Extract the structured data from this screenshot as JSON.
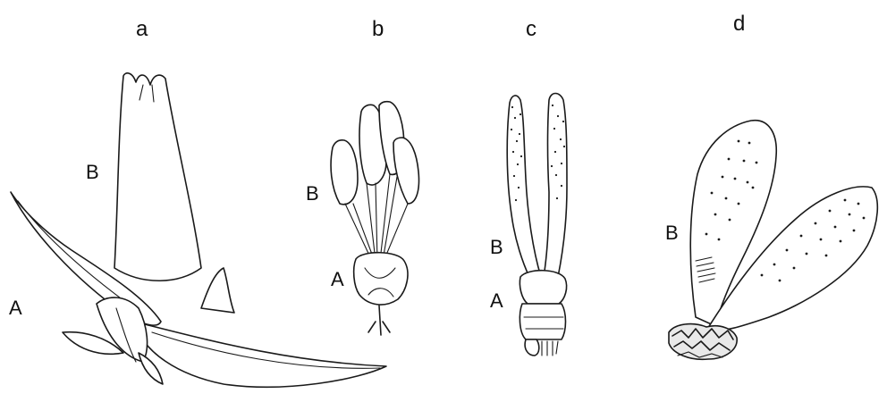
{
  "figure": {
    "panels": [
      {
        "letter": "a",
        "parts": [
          "B",
          "A"
        ]
      },
      {
        "letter": "b",
        "parts": [
          "B",
          "A"
        ]
      },
      {
        "letter": "c",
        "parts": [
          "B",
          "A"
        ]
      },
      {
        "letter": "d",
        "parts": [
          "B"
        ]
      }
    ]
  },
  "colors": {
    "ink": "#1a1a1a",
    "background": "#ffffff"
  }
}
